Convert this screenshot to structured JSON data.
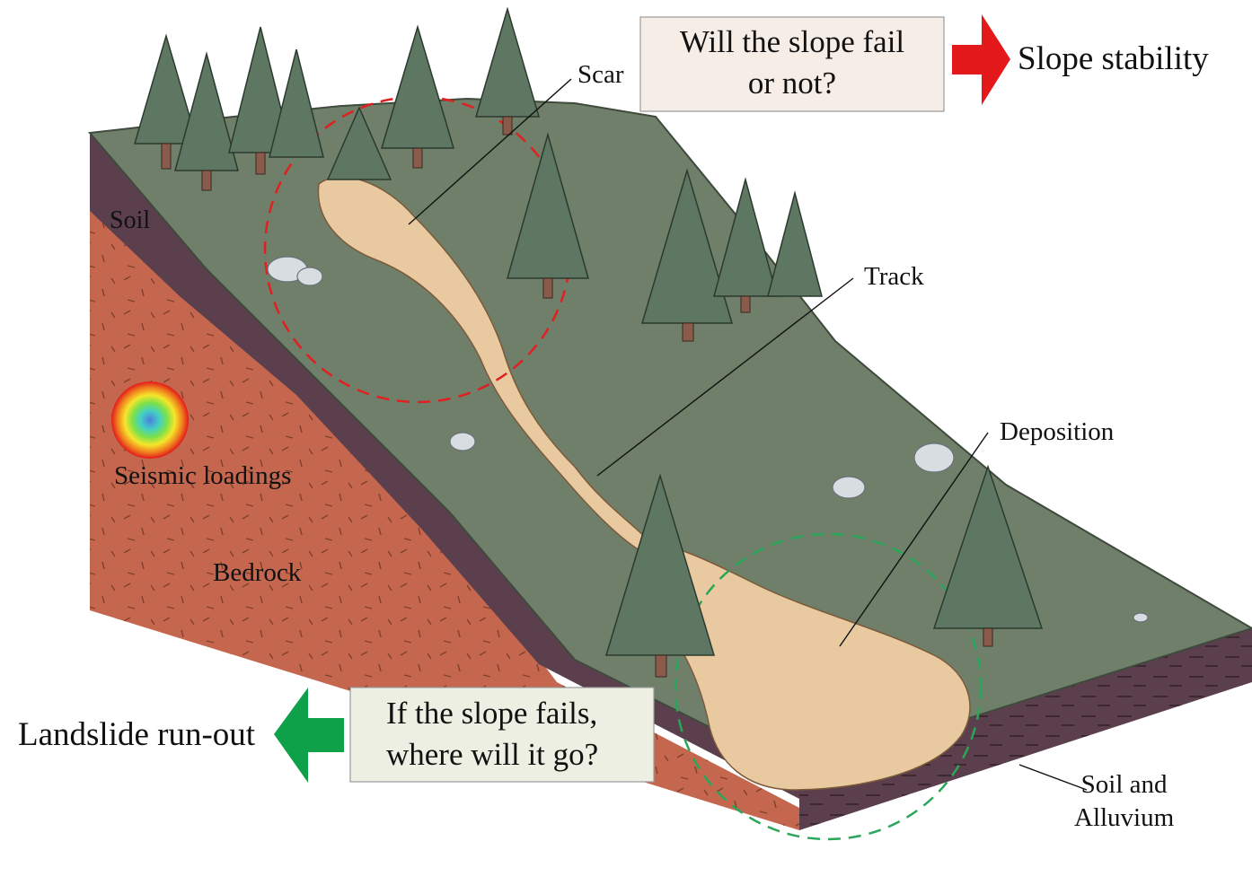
{
  "labels": {
    "scar": "Scar",
    "track": "Track",
    "deposition": "Deposition",
    "soil": "Soil",
    "seismic": "Seismic loadings",
    "bedrock": "Bedrock",
    "soil_alluvium_line1": "Soil and",
    "soil_alluvium_line2": "Alluvium"
  },
  "question_top": {
    "line1": "Will the slope fail",
    "line2": "or not?",
    "outcome": "Slope stability"
  },
  "question_bottom": {
    "line1": "If the slope fails,",
    "line2": "where will it go?",
    "outcome": "Landslide run-out"
  },
  "colors": {
    "slope_green": "#6f7f6a",
    "soil_purple": "#5b3f4c",
    "bedrock_red": "#c4674e",
    "landslide_tan": "#e8c9a0",
    "arrow_red": "#e3191b",
    "arrow_green": "#0fa14a",
    "scar_circle": "#e02020",
    "deposition_circle": "#2aa65a",
    "top_box_fill": "#f6ede6",
    "bottom_box_fill": "#ecefe2"
  }
}
